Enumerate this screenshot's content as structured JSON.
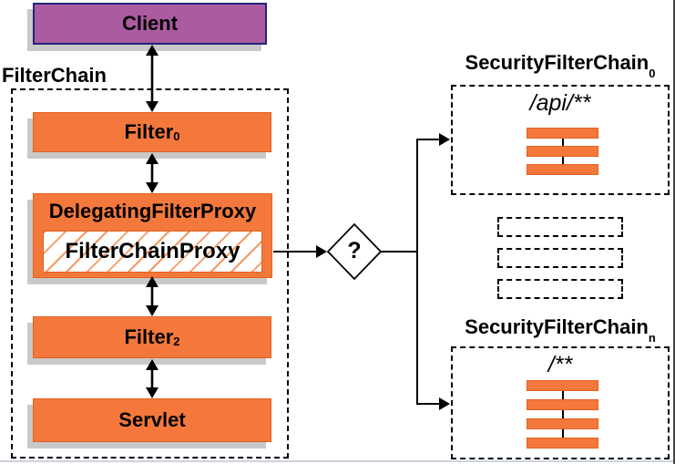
{
  "client": {
    "label": "Client"
  },
  "filter_chain": {
    "title": "FilterChain",
    "filter0": {
      "text": "Filter",
      "sub": "0"
    },
    "dfp": {
      "text": "DelegatingFilterProxy"
    },
    "fcp": {
      "text": "FilterChainProxy"
    },
    "filter2": {
      "text": "Filter",
      "sub": "2"
    },
    "servlet": {
      "text": "Servlet"
    }
  },
  "decision": {
    "label": "?"
  },
  "chains": {
    "top": {
      "title": "SecurityFilterChain",
      "sub": "0",
      "pattern": "/api/**",
      "bar_count": 3
    },
    "placeholder_count": 3,
    "bottom": {
      "title": "SecurityFilterChain",
      "sub": "n",
      "pattern": "/**",
      "bar_count": 4
    }
  },
  "colors": {
    "orange": "#f4783c",
    "orange_border": "#e2611f",
    "hatch": "#f59a63",
    "purple": "#ab5ba0",
    "purple_border": "#23237b",
    "shadow": "#c9c9c9",
    "line": "#000000"
  }
}
